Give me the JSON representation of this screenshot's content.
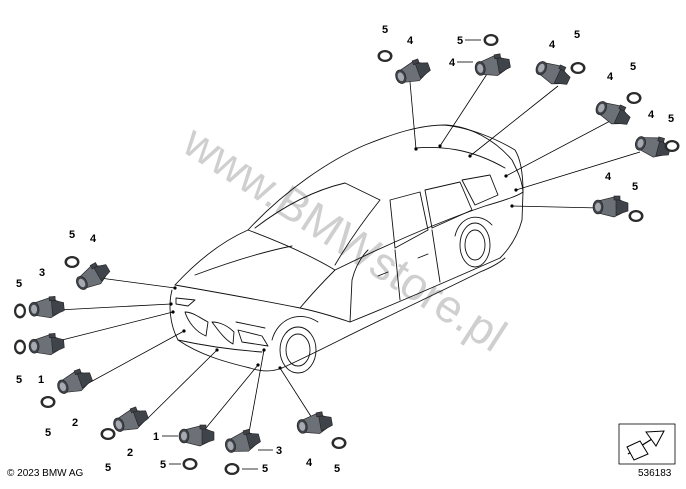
{
  "watermark": "www.BMWstore.pl",
  "copyright": "© 2023 BMW AG",
  "diagram_number": "536183",
  "callouts": {
    "c01": "5",
    "c02": "4",
    "c03": "5",
    "c04": "4",
    "c05": "4",
    "c06": "5",
    "c07": "4",
    "c08": "5",
    "c09": "4",
    "c10": "5",
    "c11": "4",
    "c12": "5",
    "c13": "5",
    "c14": "4",
    "c15": "3",
    "c16": "5",
    "c17": "5",
    "c18": "1",
    "c19": "5",
    "c20": "2",
    "c21": "2",
    "c22": "5",
    "c23": "1",
    "c24": "5",
    "c25": "5",
    "c26": "3",
    "c27": "4",
    "c28": "5"
  },
  "icons": {
    "direction_arrow": "arrow-direction-icon"
  }
}
